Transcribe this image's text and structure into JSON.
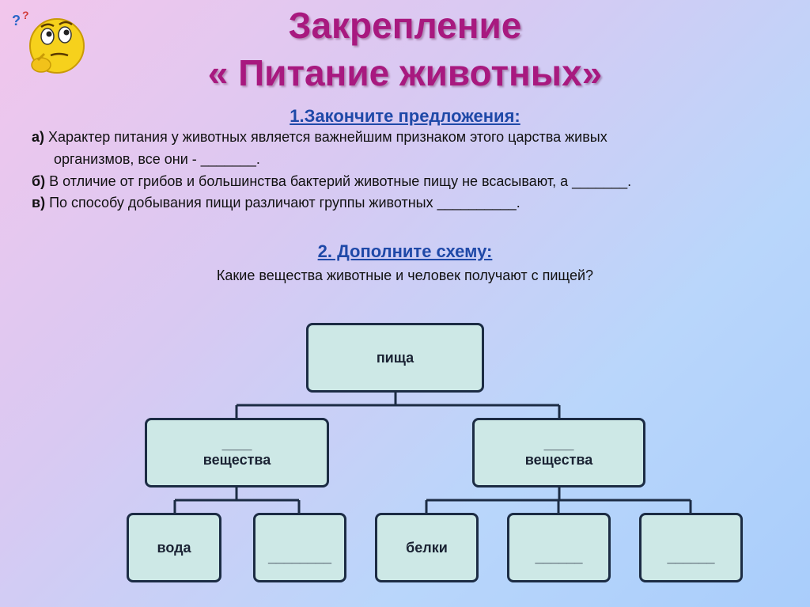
{
  "title": {
    "line1": "Закрепление",
    "line2": "« Питание животных»"
  },
  "section1": {
    "heading": "1.Закончите предложения:",
    "a_marker": "а)",
    "a_text1": "Характер питания у животных является важнейшим признаком этого царства живых",
    "a_text2": "организмов, все они - _______.",
    "b_marker": "б)",
    "b_text": "В отличие от грибов и большинства бактерий животные пищу не всасывают, а _______.",
    "c_marker": "в)",
    "c_text": "По способу добывания пищи различают группы животных __________."
  },
  "section2": {
    "heading": "2. Дополните схему:",
    "question": "Какие вещества животные и человек получают с пищей?"
  },
  "diagram": {
    "root": "пища",
    "left_blank": "____",
    "left_label": "вещества",
    "right_blank": "____",
    "right_label": "вещества",
    "leaf1": "вода",
    "leaf2": "________",
    "leaf3": "белки",
    "leaf4": "______",
    "leaf5": "______"
  },
  "colors": {
    "title": "#a8197f",
    "heading": "#1f49a8",
    "box_fill": "#cde8e6",
    "box_border": "#1c2c44"
  },
  "icons": {
    "thinking_smiley": "thinking-smiley-icon"
  }
}
